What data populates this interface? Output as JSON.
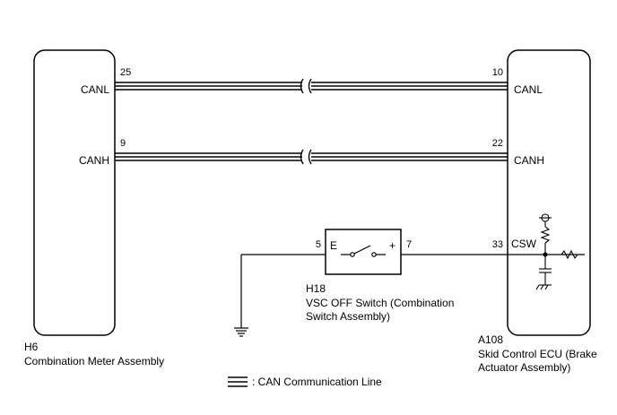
{
  "components": {
    "left_ecu": {
      "code": "H6",
      "name": "Combination Meter Assembly"
    },
    "right_ecu": {
      "code": "A108",
      "name_line1": "Skid Control ECU (Brake",
      "name_line2": "Actuator Assembly)"
    },
    "switch": {
      "code": "H18",
      "name_line1": "VSC OFF Switch (Combination",
      "name_line2": "Switch Assembly)",
      "terminal_left": "E",
      "terminal_right": "+"
    }
  },
  "wires": {
    "canl": {
      "left_pin": "25",
      "left_label": "CANL",
      "right_pin": "10",
      "right_label": "CANL"
    },
    "canh": {
      "left_pin": "9",
      "left_label": "CANH",
      "right_pin": "22",
      "right_label": "CANH"
    },
    "csw": {
      "switch_left_pin": "5",
      "switch_right_pin": "7",
      "ecu_pin": "33",
      "ecu_label": "CSW"
    }
  },
  "legend": {
    "text": ": CAN Communication Line"
  }
}
